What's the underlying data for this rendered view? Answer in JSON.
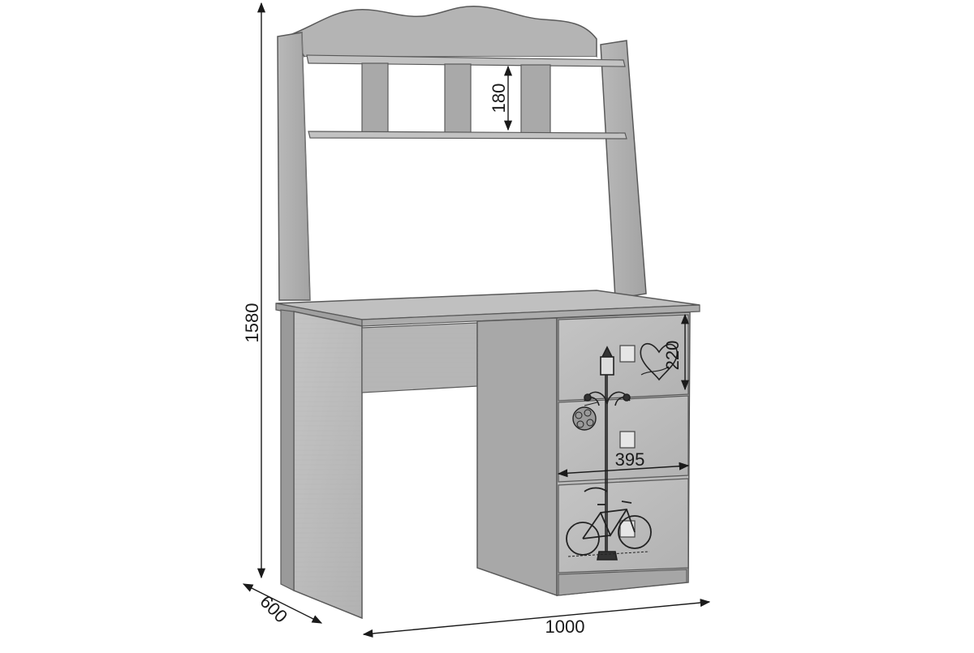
{
  "diagram": {
    "subject": "children's writing desk with hutch and three-drawer pedestal",
    "dimensions": {
      "height": "1580",
      "width": "1000",
      "depth": "600",
      "shelf_gap": "180",
      "drawer_height": "220",
      "drawer_width": "395"
    },
    "colors": {
      "panel_light": "#bdbdbd",
      "panel_mid": "#a9a9a9",
      "panel_dark": "#8e8e8e",
      "edge": "#5a5a5a",
      "dimension_line": "#1a1a1a"
    },
    "decoration": {
      "drawer_art": [
        "street-lamp",
        "flower-basket",
        "heart-with-script",
        "bicycle"
      ]
    }
  }
}
